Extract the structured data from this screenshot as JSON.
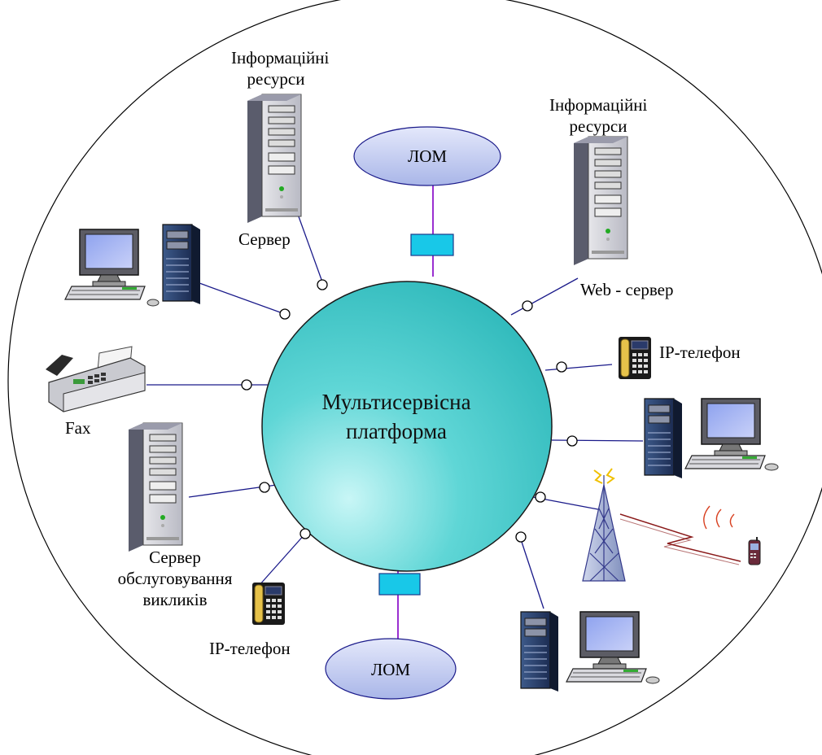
{
  "hub": {
    "line1": "Мультисервісна",
    "line2": "платформа"
  },
  "lan_top": "ЛОМ",
  "lan_bottom": "ЛОМ",
  "info_left": {
    "line1": "Інформаційні",
    "line2": "ресурси"
  },
  "server_left_label": "Сервер",
  "info_right": {
    "line1": "Інформаційні",
    "line2": "ресурси"
  },
  "web_server_label": "Web - сервер",
  "ip_phone_right_label": "IP-телефон",
  "ip_phone_left_label": "IP-телефон",
  "fax_label": "Fax",
  "call_server": {
    "line1": "Сервер",
    "line2": "обслуговування",
    "line3": "викликів"
  },
  "colors": {
    "hub": "#3ec6c6",
    "lan": "#b8c4ee",
    "switch": "#18c8e8",
    "line": "#1a1a8a",
    "lan_line": "#9a2fd0",
    "radio": "#8a1a1a"
  }
}
